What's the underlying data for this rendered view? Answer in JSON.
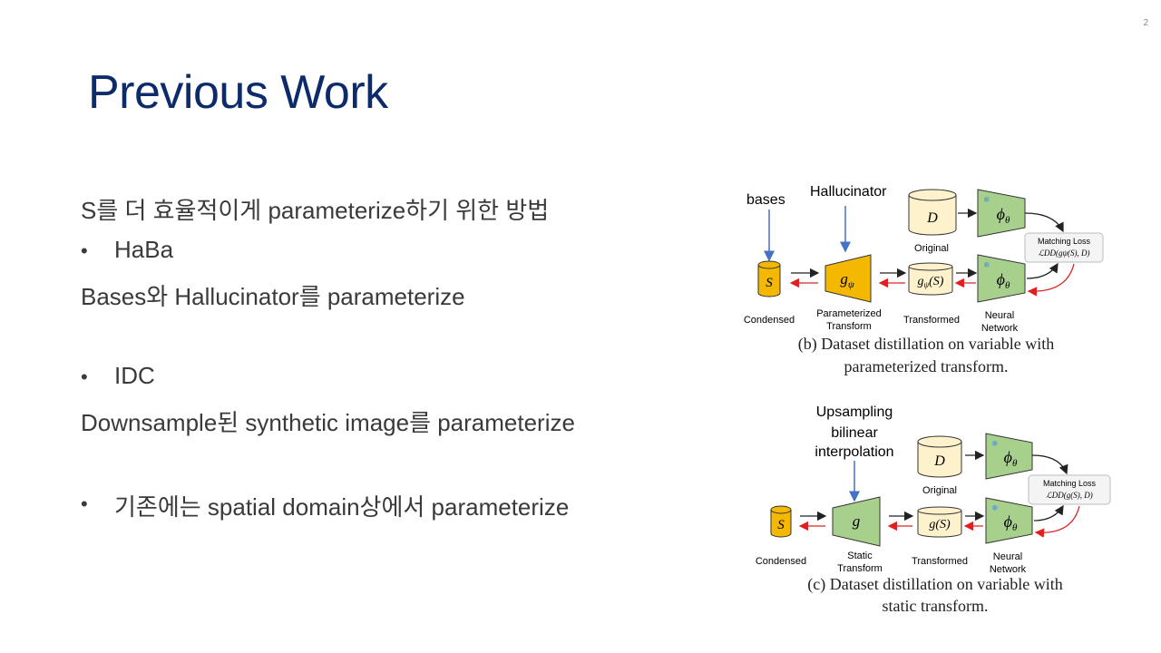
{
  "slide": {
    "number": "2",
    "title": "Previous Work"
  },
  "content": {
    "intro": "S를 더 효율적이게 parameterize하기 위한 방법",
    "bullet1": "HaBa",
    "bullet1_desc": "Bases와 Hallucinator를 parameterize",
    "bullet2": "IDC",
    "bullet2_desc": "Downsample된 synthetic image를 parameterize",
    "bullet3": "기존에는 spatial domain상에서 parameterize",
    "bullet_marker": "•"
  },
  "figure_b": {
    "annot_bases": "bases",
    "annot_hallucinator": "Hallucinator",
    "node_D": "D",
    "node_S": "S",
    "node_g": "g",
    "node_g_sub": "ψ",
    "node_gS": "g",
    "node_gS_sub": "ψ",
    "node_gS_tail": "(S)",
    "node_phi": "ϕ",
    "node_phi_sub": "θ",
    "label_original": "Original",
    "label_condensed": "Condensed",
    "label_param_transform_1": "Parameterized",
    "label_param_transform_2": "Transform",
    "label_transformed": "Transformed",
    "label_neural_1": "Neural",
    "label_neural_2": "Network",
    "loss_title": "Matching Loss",
    "loss_formula": "ℒDD(gψ(S), D)",
    "caption_1": "(b) Dataset distillation on variable with",
    "caption_2": "parameterized transform."
  },
  "figure_c": {
    "annot_1": "Upsampling",
    "annot_2": "bilinear",
    "annot_3": "interpolation",
    "node_D": "D",
    "node_S": "S",
    "node_g": "g",
    "node_gS": "g(S)",
    "node_phi": "ϕ",
    "node_phi_sub": "θ",
    "label_original": "Original",
    "label_condensed": "Condensed",
    "label_static_1": "Static",
    "label_static_2": "Transform",
    "label_transformed": "Transformed",
    "label_neural_1": "Neural",
    "label_neural_2": "Network",
    "loss_title": "Matching Loss",
    "loss_formula": "ℒDD(g(S), D)",
    "caption_1": "(c) Dataset distillation on variable with",
    "caption_2": "static transform."
  },
  "colors": {
    "title": "#0d2a6b",
    "text": "#3a3a3a",
    "yellow": "#f5b800",
    "green": "#a8d08d",
    "cream": "#fdf2cc",
    "blue_arrow": "#4472c4",
    "red_arrow": "#e02020"
  }
}
